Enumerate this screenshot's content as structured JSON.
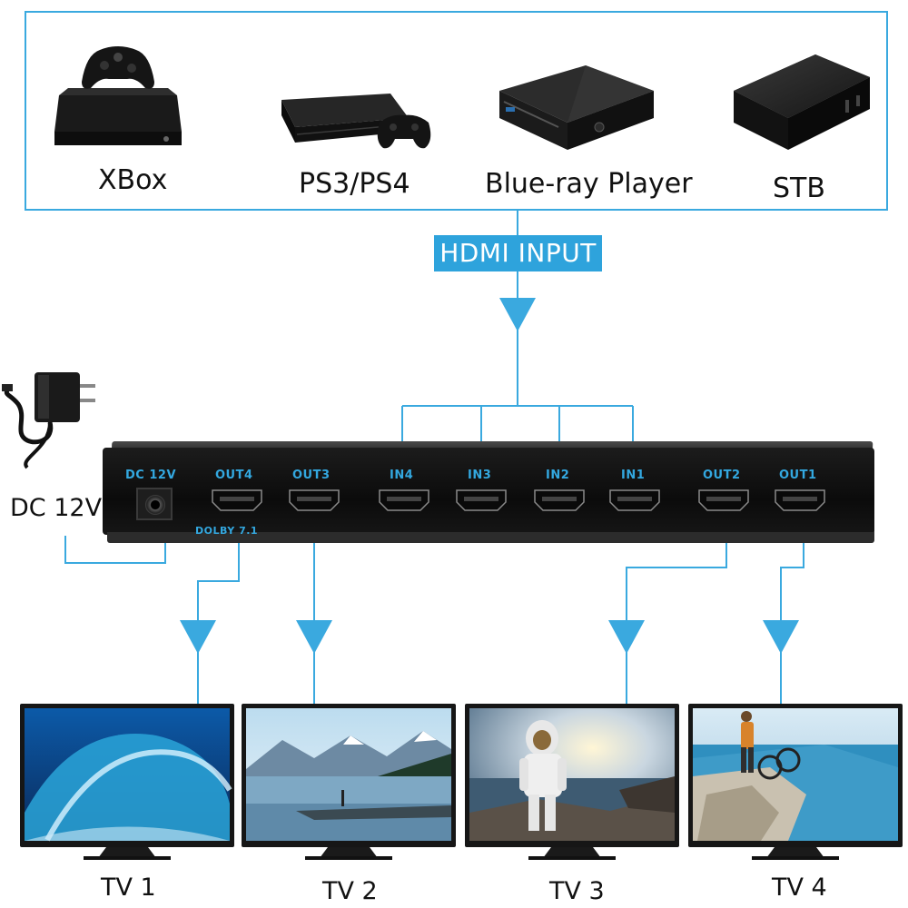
{
  "sources": [
    {
      "label": "XBox",
      "icon": "xbox-console-icon"
    },
    {
      "label": "PS3/PS4",
      "icon": "playstation-console-icon"
    },
    {
      "label": "Blue-ray Player",
      "icon": "bluray-player-icon"
    },
    {
      "label": "STB",
      "icon": "set-top-box-icon"
    }
  ],
  "hdmi_input_label": "HDMI INPUT",
  "power": {
    "label": "DC 12V",
    "icon": "power-adapter-icon"
  },
  "switch": {
    "ports": {
      "dc": "DC 12V",
      "out4": "OUT4",
      "out3": "OUT3",
      "in4": "IN4",
      "in3": "IN3",
      "in2": "IN2",
      "in1": "IN1",
      "out2": "OUT2",
      "out1": "OUT1"
    },
    "dolby": "DOLBY 7.1"
  },
  "tvs": [
    {
      "label": "TV 1",
      "scene": "ocean-wave"
    },
    {
      "label": "TV 2",
      "scene": "mountain-lake"
    },
    {
      "label": "TV 3",
      "scene": "astronaut-beach"
    },
    {
      "label": "TV 4",
      "scene": "cyclist-coast"
    }
  ],
  "colors": {
    "accent": "#2ea3dc",
    "port_label": "#33a8e0",
    "device_body": "#111111"
  }
}
